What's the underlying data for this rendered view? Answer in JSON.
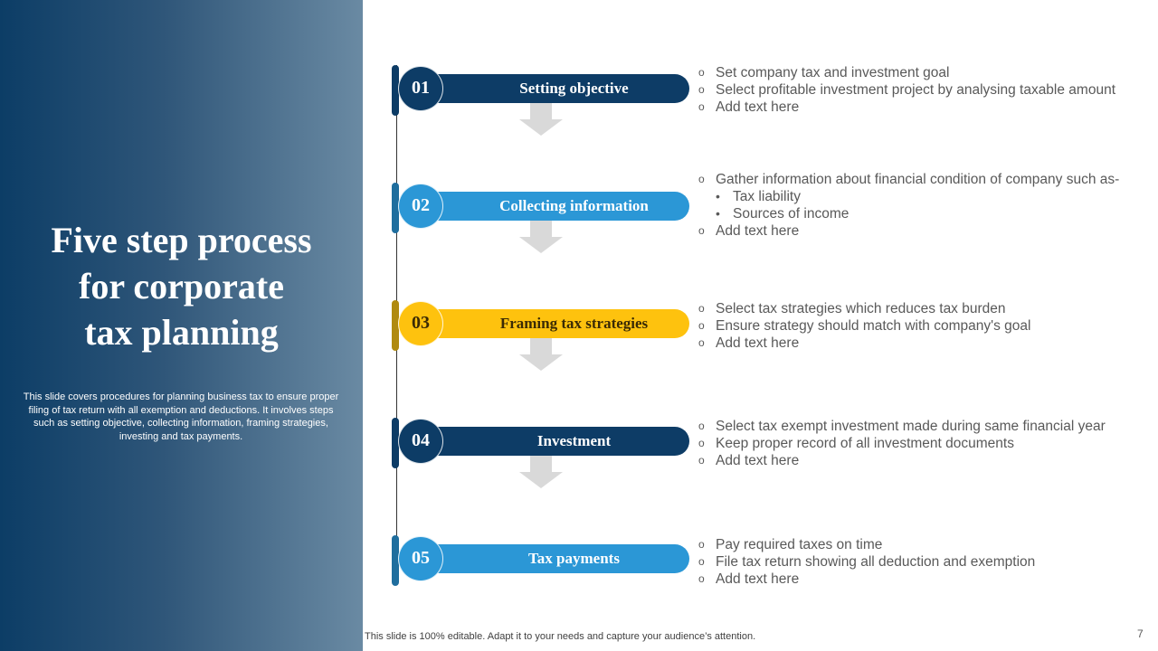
{
  "slide": {
    "title": "Five step process for corporate tax planning",
    "title_lines": [
      "Five step process",
      "for corporate",
      "tax planning"
    ],
    "description": "This slide covers procedures for planning business tax to ensure proper filing of tax return with all exemption and deductions. It involves steps such as setting objective, collecting information, framing strategies, investing and tax payments.",
    "footer": "This slide is 100% editable. Adapt it to your needs and capture your audience’s attention.",
    "page_number": "7"
  },
  "colors": {
    "dark_navy": "#0d3c66",
    "sky_blue": "#2b97d6",
    "gold": "#fec20e",
    "arrow_gray": "#d9d9d9",
    "text_gray": "#595959"
  },
  "steps": [
    {
      "number": "01",
      "label": "Setting objective",
      "theme": "navy",
      "bullets": [
        {
          "text": "Set company tax and investment  goal",
          "level": 1
        },
        {
          "text": "Select profitable investment project by analysing taxable amount",
          "level": 1
        },
        {
          "text": "Add text here",
          "level": 1
        }
      ]
    },
    {
      "number": "02",
      "label": "Collecting information",
      "theme": "sky",
      "bullets": [
        {
          "text": "Gather information about financial condition of company such as-",
          "level": 1
        },
        {
          "text": "Tax liability",
          "level": 2
        },
        {
          "text": "Sources of income",
          "level": 2
        },
        {
          "text": "Add text here",
          "level": 1
        }
      ]
    },
    {
      "number": "03",
      "label": "Framing tax strategies",
      "theme": "gold",
      "bullets": [
        {
          "text": "Select tax strategies which reduces tax burden",
          "level": 1
        },
        {
          "text": "Ensure strategy should match with company's goal",
          "level": 1
        },
        {
          "text": "Add text here",
          "level": 1
        }
      ]
    },
    {
      "number": "04",
      "label": "Investment",
      "theme": "navy",
      "bullets": [
        {
          "text": "Select tax exempt investment  made during same financial year",
          "level": 1
        },
        {
          "text": "Keep proper record of all investment  documents",
          "level": 1
        },
        {
          "text": "Add text here",
          "level": 1
        }
      ]
    },
    {
      "number": "05",
      "label": "Tax payments",
      "theme": "sky",
      "bullets": [
        {
          "text": "Pay required taxes on time",
          "level": 1
        },
        {
          "text": "File tax return showing all deduction and exemption",
          "level": 1
        },
        {
          "text": "Add text here",
          "level": 1
        }
      ]
    }
  ],
  "icons": {
    "bullet_level1": "o",
    "bullet_level2": "•",
    "down_arrow": "down-arrow-icon"
  }
}
